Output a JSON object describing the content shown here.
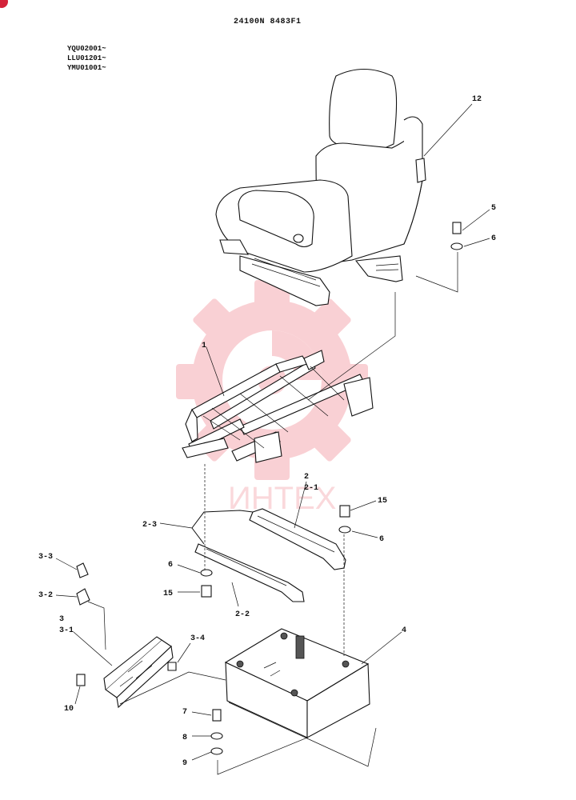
{
  "header": {
    "doc_code": "24100N 8483F1",
    "serials": [
      "YQU02001~",
      "LLU01201~",
      "YMU01001~"
    ]
  },
  "watermark": {
    "text": "ИНТЕХ",
    "color": "#e8303e"
  },
  "callouts": [
    {
      "id": "c12",
      "label": "12"
    },
    {
      "id": "c5",
      "label": "5"
    },
    {
      "id": "c6a",
      "label": "6"
    },
    {
      "id": "c1",
      "label": "1"
    },
    {
      "id": "c2",
      "label": "2"
    },
    {
      "id": "c2-1",
      "label": "2-1"
    },
    {
      "id": "c2-3",
      "label": "2-3"
    },
    {
      "id": "c15a",
      "label": "15"
    },
    {
      "id": "c6b",
      "label": "6"
    },
    {
      "id": "c6c",
      "label": "6"
    },
    {
      "id": "c15b",
      "label": "15"
    },
    {
      "id": "c2-2",
      "label": "2-2"
    },
    {
      "id": "c3-3",
      "label": "3-3"
    },
    {
      "id": "c3-2",
      "label": "3-2"
    },
    {
      "id": "c3",
      "label": "3"
    },
    {
      "id": "c3-1",
      "label": "3-1"
    },
    {
      "id": "c3-4",
      "label": "3-4"
    },
    {
      "id": "c4",
      "label": "4"
    },
    {
      "id": "c10",
      "label": "10"
    },
    {
      "id": "c7",
      "label": "7"
    },
    {
      "id": "c8",
      "label": "8"
    },
    {
      "id": "c9",
      "label": "9"
    }
  ]
}
